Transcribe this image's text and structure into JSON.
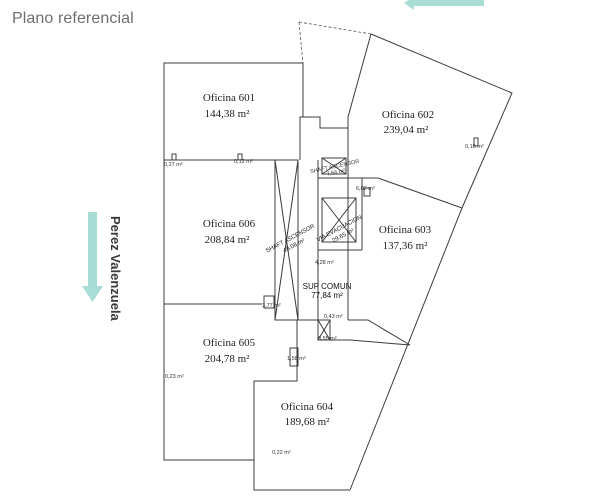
{
  "title": "Plano referencial",
  "street": "Perez Valenzuela",
  "colors": {
    "arrow": "#a8ddd6",
    "walls": "#3c3c3c",
    "title": "#6e6e6e"
  },
  "offices": [
    {
      "name": "Oficina 601",
      "area": "144,38  m²"
    },
    {
      "name": "Oficina 602",
      "area": "239,04  m²"
    },
    {
      "name": "Oficina 603",
      "area": "137,36  m²"
    },
    {
      "name": "Oficina 604",
      "area": "189,68  m²"
    },
    {
      "name": "Oficina 605",
      "area": "204,78  m²"
    },
    {
      "name": "Oficina 606",
      "area": "208,84  m²"
    }
  ],
  "core": {
    "sup_comun": "SUP COMUN",
    "sup_comun_area": "77,84 m²",
    "shaft_ascensor": "SHAFT ASCENSOR",
    "shaft_ascensor_area": "48,08 m²",
    "shaft_ascensor_small": "SHAFT ASCENSOR",
    "shaft_small_area": "7,56 m²",
    "via_evacuacion": "VIA EVACUACION",
    "via_area": "29,65 m²"
  },
  "small_areas": [
    "0,27 m²",
    "0,12 m²",
    "0,10 m²",
    "6,02 m²",
    "4,28 m²",
    "3,77 m²",
    "0,43 m²",
    "0,55 m²",
    "1,58 m²",
    "0,23 m²",
    "0,22 m²"
  ]
}
